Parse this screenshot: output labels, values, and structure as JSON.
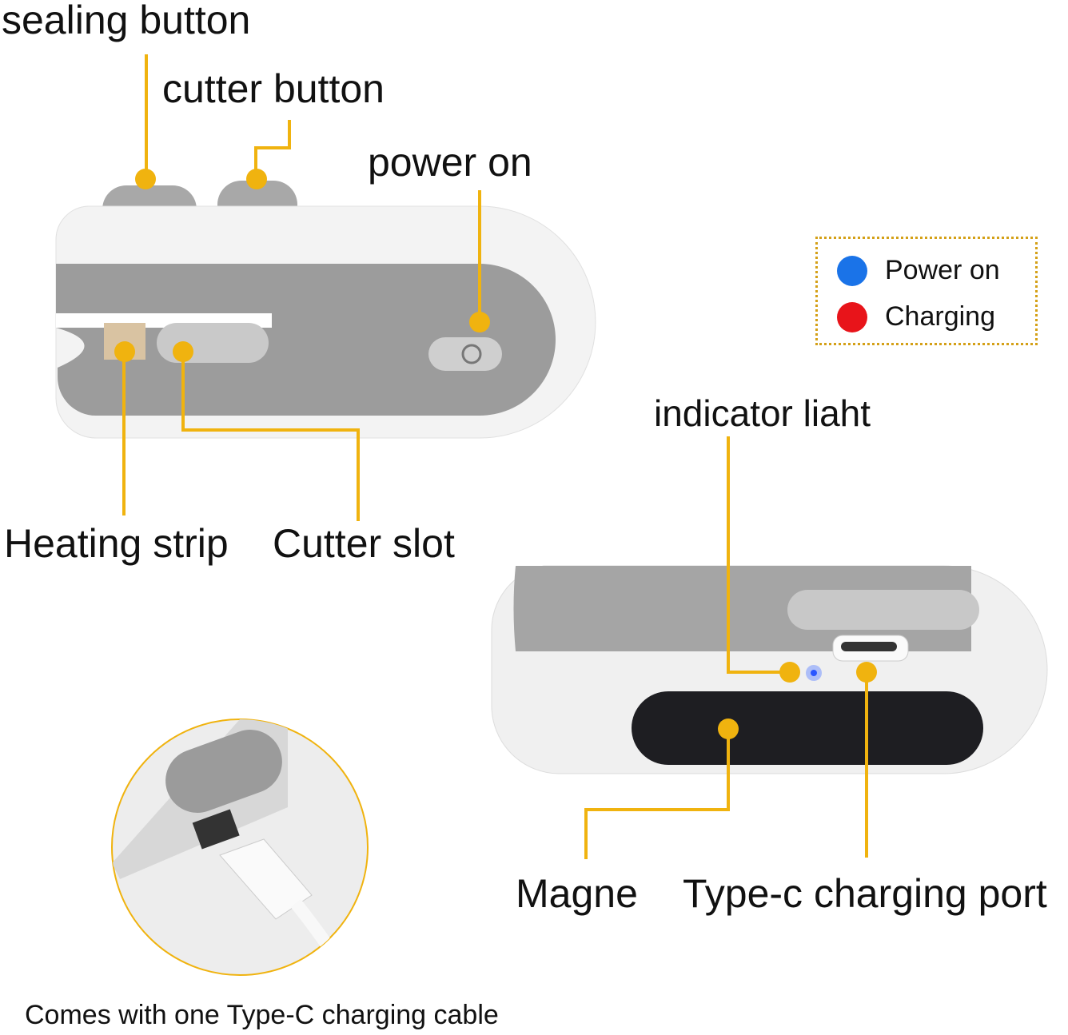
{
  "labels": {
    "sealing_button": "sealing button",
    "cutter_button": "cutter button",
    "power_on": "power on",
    "indicator_light": "indicator liaht",
    "heating_strip": "Heating strip",
    "cutter_slot": "Cutter slot",
    "magnet": "Magne",
    "type_c_port": "Type-c charging port",
    "cable_note": "Comes with one Type-C charging cable"
  },
  "legend": {
    "items": [
      {
        "label": "Power on",
        "color": "#1a73e8"
      },
      {
        "label": "Charging",
        "color": "#e8141a"
      }
    ]
  },
  "colors": {
    "leader": "#f0b30f",
    "device_white": "#f4f4f4",
    "device_gray": "#9a9a9a"
  }
}
